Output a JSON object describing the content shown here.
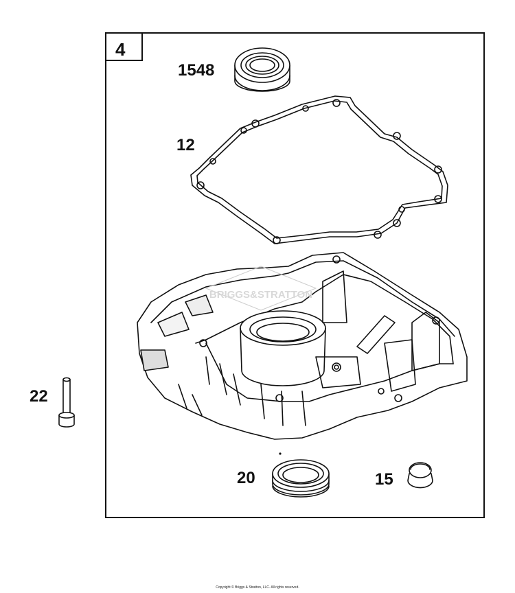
{
  "assembly": {
    "number": "4"
  },
  "parts": [
    {
      "id": "bearing",
      "callout": "1548"
    },
    {
      "id": "gasket",
      "callout": "12"
    },
    {
      "id": "bolt",
      "callout": "22"
    },
    {
      "id": "oil-seal",
      "callout": "20"
    },
    {
      "id": "plug",
      "callout": "15"
    }
  ],
  "watermark": "BRIGGS&STRATTON",
  "footer": {
    "copyright": "Copyright © Briggs & Stratton, LLC. All rights reserved."
  }
}
